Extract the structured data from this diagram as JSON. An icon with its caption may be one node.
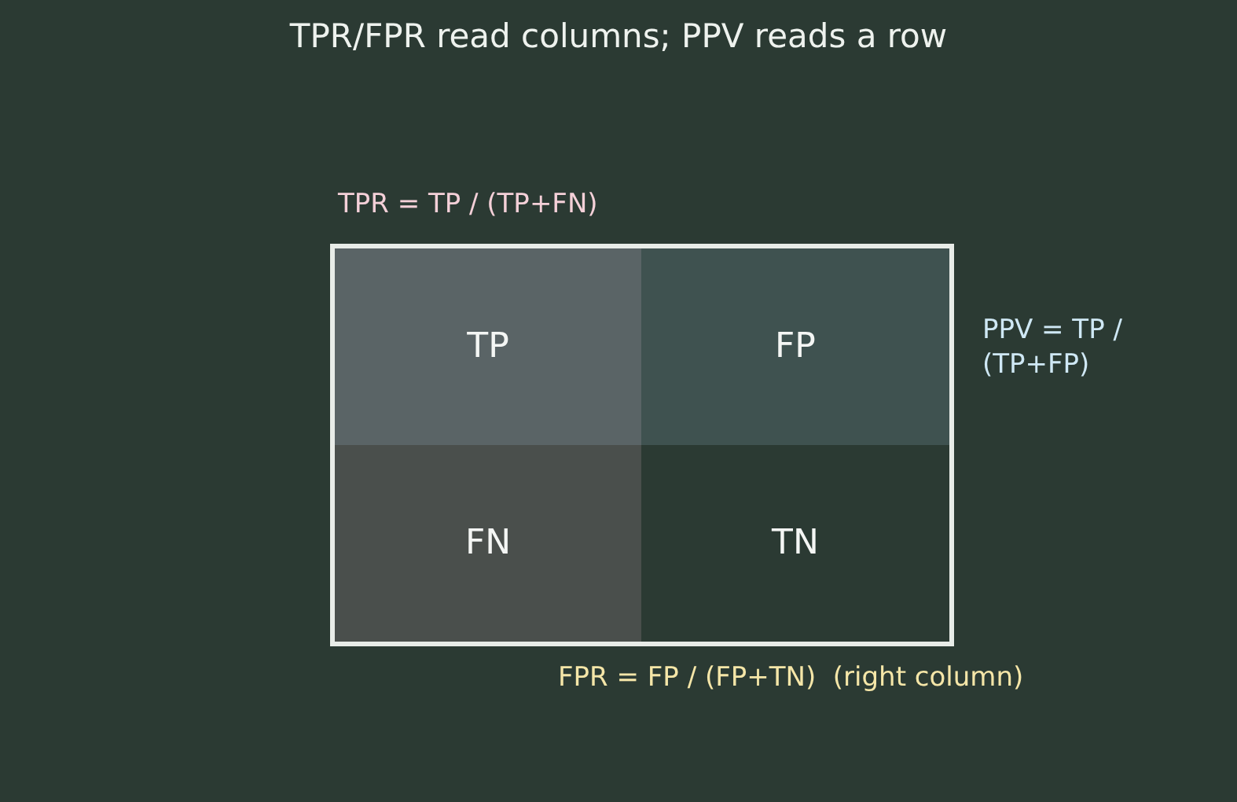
{
  "diagram": {
    "title": "TPR/FPR read columns; PPV reads a row",
    "nodes": [
      {
        "text": [
          "TP"
        ]
      },
      {
        "text": [
          "FP"
        ]
      },
      {
        "text": [
          "FN"
        ]
      },
      {
        "text": [
          "TN"
        ]
      }
    ],
    "labels": [
      "TPR = TP / (TP+FN)",
      "PPV = TP / (TP+FP)",
      "FPR = FP / (FP+TN)  (right column)"
    ]
  }
}
